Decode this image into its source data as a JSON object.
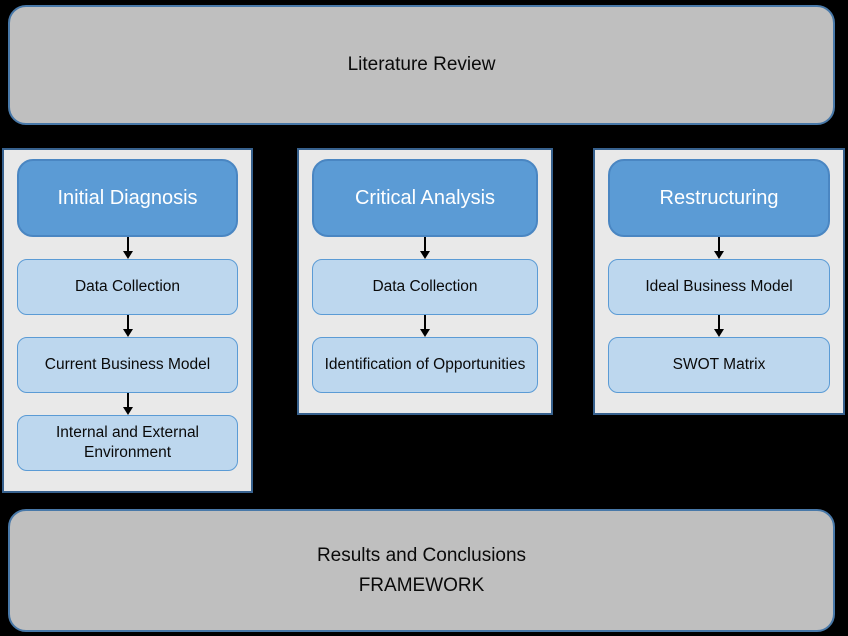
{
  "diagram": {
    "title_box": {
      "label": "Literature Review"
    },
    "columns": [
      {
        "header": "Initial Diagnosis",
        "steps": [
          "Data Collection",
          "Current Business Model",
          "Internal and External Environment"
        ]
      },
      {
        "header": "Critical Analysis",
        "steps": [
          "Data Collection",
          "Identification of Opportunities"
        ]
      },
      {
        "header": "Restructuring",
        "steps": [
          "Ideal Business Model",
          "SWOT Matrix"
        ]
      }
    ],
    "result_box": {
      "line1": "Results and Conclusions",
      "line2": "FRAMEWORK"
    },
    "colors": {
      "background": "#000000",
      "band_fill": "#BFBFBF",
      "band_border": "#4878A8",
      "panel_fill": "#E9E9E9",
      "panel_border": "#37618E",
      "header_fill": "#5B9BD5",
      "header_border": "#4A86C2",
      "header_text": "#FFFFFF",
      "step_fill": "#BDD7EE",
      "step_border": "#5B9BD5",
      "arrow": "#000000",
      "text": "#0A0A0A"
    }
  }
}
